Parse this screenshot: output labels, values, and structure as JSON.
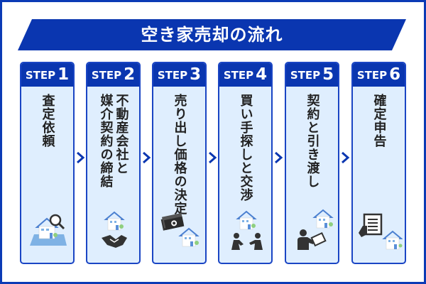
{
  "title": "空き家売却の流れ",
  "colors": {
    "primary": "#0a36b0",
    "card_bg": "#dfeefe",
    "border": "#1a45c4"
  },
  "steps": [
    {
      "label": "STEP",
      "number": "1",
      "lines": [
        "査定依頼"
      ],
      "icon": "house-magnifier-icon"
    },
    {
      "label": "STEP",
      "number": "2",
      "lines": [
        "不動産会社と",
        "媒介契約の締結"
      ],
      "icon": "house-handshake-icon"
    },
    {
      "label": "STEP",
      "number": "3",
      "lines": [
        "売り出し価格の決定"
      ],
      "icon": "money-house-icon"
    },
    {
      "label": "STEP",
      "number": "4",
      "lines": [
        "買い手探しと交渉"
      ],
      "icon": "house-people-icon"
    },
    {
      "label": "STEP",
      "number": "5",
      "lines": [
        "契約と引き渡し"
      ],
      "icon": "person-tablet-house-icon"
    },
    {
      "label": "STEP",
      "number": "6",
      "lines": [
        "確定申告"
      ],
      "icon": "document-house-icon"
    }
  ]
}
